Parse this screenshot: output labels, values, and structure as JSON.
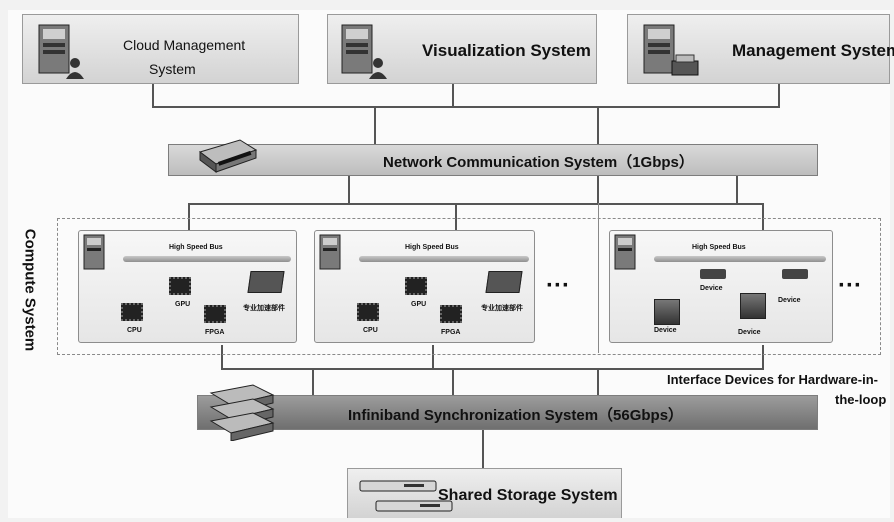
{
  "top_systems": {
    "cloud": [
      "Cloud Management",
      "System"
    ],
    "visualization": "Visualization System",
    "management": "Management System"
  },
  "network": {
    "label": "Network Communication System（1Gbps）"
  },
  "compute": {
    "label": "Compute System",
    "node1": {
      "bus": "High Speed Bus",
      "gpu": "GPU",
      "cpu": "CPU",
      "fpga": "FPGA",
      "accel": "专业加速部件"
    },
    "node2": {
      "bus": "High Speed Bus",
      "gpu": "GPU",
      "cpu": "CPU",
      "fpga": "FPGA",
      "accel": "专业加速部件"
    },
    "node3": {
      "bus": "High Speed Bus",
      "devices": [
        "Device",
        "Device",
        "Device",
        "Device"
      ]
    },
    "ellipsis": "···"
  },
  "interface_label": [
    "Interface Devices for Hardware-in-",
    "the-loop"
  ],
  "infiniband": {
    "label": "Infiniband Synchronization System（56Gbps）"
  },
  "storage": {
    "label": "Shared Storage System"
  },
  "icons": [
    "server-icon",
    "user-icon",
    "printer-icon",
    "network-switch-icon",
    "infiniband-switch-icon",
    "storage-icon"
  ]
}
